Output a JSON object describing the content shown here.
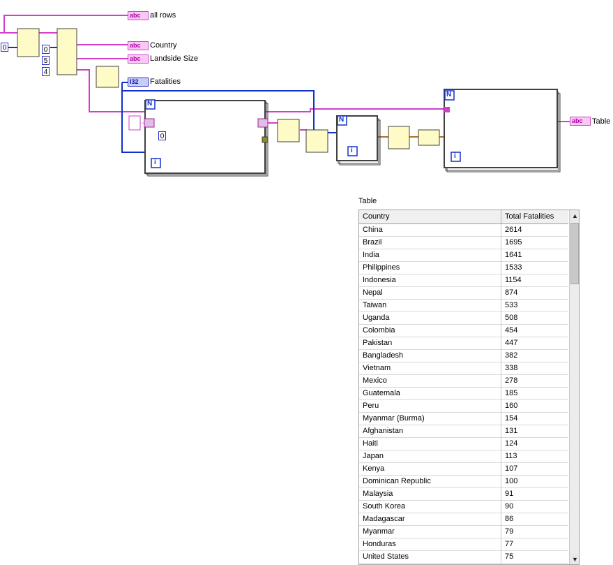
{
  "diagram": {
    "indicators": {
      "all_rows": "all rows",
      "country": "Country",
      "landslide_size": "Landside Size",
      "fatalities": "Fatalities",
      "table": "Table"
    },
    "glyphs": {
      "string": "abc",
      "i32": "I32",
      "n": "N",
      "i": "i"
    },
    "constants": {
      "zero_a": "0",
      "zero_b": "0",
      "five": "5",
      "four": "4",
      "zero_c": "0"
    },
    "colors": {
      "string_wire": "#d040c8",
      "int_wire": "#1030d0",
      "node_fill": "#fffbc6"
    }
  },
  "table": {
    "caption": "Table",
    "headers": [
      "Country",
      "Total Fatalities"
    ],
    "rows": [
      [
        "China",
        "2614"
      ],
      [
        "Brazil",
        "1695"
      ],
      [
        "India",
        "1641"
      ],
      [
        "Philippines",
        "1533"
      ],
      [
        "Indonesia",
        "1154"
      ],
      [
        "Nepal",
        "874"
      ],
      [
        "Taiwan",
        "533"
      ],
      [
        "Uganda",
        "508"
      ],
      [
        "Colombia",
        "454"
      ],
      [
        "Pakistan",
        "447"
      ],
      [
        "Bangladesh",
        "382"
      ],
      [
        "Vietnam",
        "338"
      ],
      [
        "Mexico",
        "278"
      ],
      [
        "Guatemala",
        "185"
      ],
      [
        "Peru",
        "160"
      ],
      [
        "Myanmar (Burma)",
        "154"
      ],
      [
        "Afghanistan",
        "131"
      ],
      [
        "Haiti",
        "124"
      ],
      [
        "Japan",
        "113"
      ],
      [
        "Kenya",
        "107"
      ],
      [
        "Dominican Republic",
        "100"
      ],
      [
        "Malaysia",
        "91"
      ],
      [
        "South Korea",
        "90"
      ],
      [
        "Madagascar",
        "86"
      ],
      [
        "Myanmar",
        "79"
      ],
      [
        "Honduras",
        "77"
      ],
      [
        "United States",
        "75"
      ]
    ],
    "scroll": {
      "up": "▲",
      "down": "▼"
    }
  }
}
